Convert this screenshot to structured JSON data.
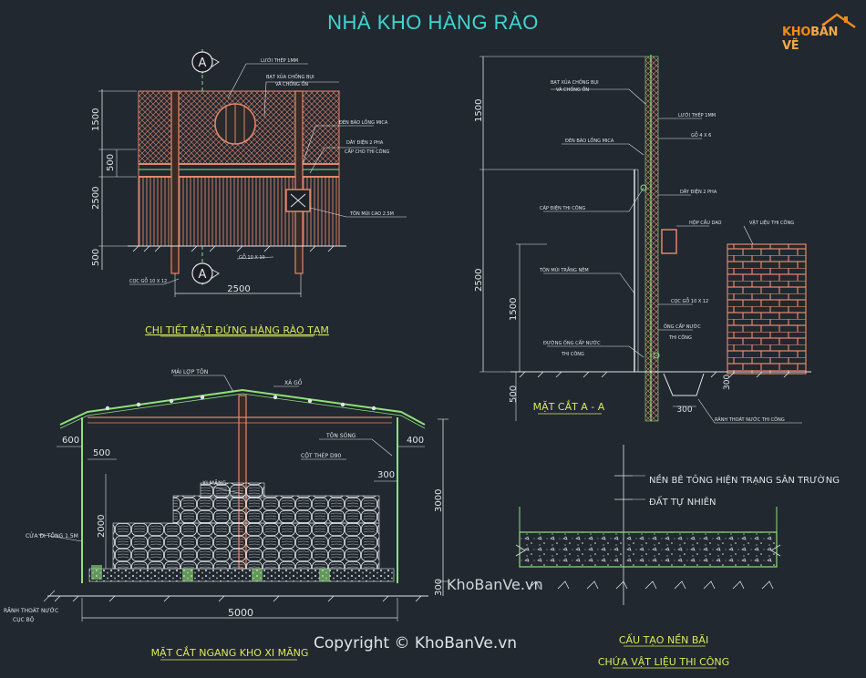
{
  "title": "NHÀ KHO HÀNG RÀO",
  "logo": {
    "brand_a": "KHO",
    "brand_b": "BẢN VẼ"
  },
  "watermarks": {
    "site": "KhoBanVe.vn",
    "copyright": "Copyright © KhoBanVe.vn"
  },
  "colors": {
    "background": "#212830",
    "cyan": "#3fd6d0",
    "timber": "#e3866b",
    "white": "#e9ecee",
    "green": "#8fe07a"
  },
  "fence_elevation": {
    "caption": "CHI TIẾT MẶT ĐỨNG HÀNG RÀO TẠM",
    "section_marker": "A",
    "dims": {
      "top": "1500",
      "mid": "500",
      "main": "2500",
      "base": "500",
      "width": "2500"
    },
    "labels": {
      "mesh": "LƯỚI THÉP 1MM",
      "tarp": "BẠT XỦA CHỐNG BỤI",
      "tarp_2": "VÀ CHỐNG ỒN",
      "lamp": "ĐÈN BÁO LỒNG MICA",
      "wire": "DÂY ĐIỆN 2 PHA",
      "wire_2": "CẤP CHO THI CÔNG",
      "sheet": "TÔN MÚI CAO 2.5M",
      "post": "GỖ 10 X 10",
      "post_bottom": "CỌC GỖ 10 X 12"
    }
  },
  "section_aa": {
    "caption": "MẶT CẮT A - A",
    "dims": {
      "top": "1500",
      "main": "2500",
      "inner": "1500",
      "base": "500",
      "ditch_w": "300",
      "ditch_d": "300"
    },
    "labels": {
      "tarp": "BẠT XỦA CHỐNG BỤI",
      "tarp_2": "VÀ CHỐNG ỒN",
      "mesh": "LƯỚI THÉP 1MM",
      "wood": "GỖ 4 X 6",
      "lamp": "ĐÈN BÁO LỒNG MICA",
      "wire": "DÂY ĐIỆN 2 PHA",
      "cable": "CÁP ĐIỆN THI CÔNG",
      "box": "HỘP CẦU DAO",
      "material": "VẬT LIỆU THI CÔNG",
      "sheet": "TÔN MÚI TRẮNG NÊM",
      "stake": "CỌC GỖ 10 X 12",
      "water_pipe": "ỐNG CẤP NƯỚC",
      "water_pipe_2": "THI CÔNG",
      "water_line": "ĐƯỜNG ỐNG CẤP NƯỚC",
      "water_line_2": "THI CÔNG",
      "drain": "RÃNH THOÁT NƯỚC THI CÔNG"
    }
  },
  "warehouse": {
    "caption": "MẶT CẮT NGANG KHO XI MĂNG",
    "dims": {
      "left_over": "600",
      "left_in": "500",
      "right_over": "400",
      "inner": "300",
      "height_inner": "2000",
      "height_total": "3000",
      "base": "300",
      "width": "5000"
    },
    "labels": {
      "roof": "MÁI LỢP TÔN",
      "purlin": "XÀ GỒ",
      "sheet": "TÔN SÓNG",
      "column": "CỘT THÉP D90",
      "cement": "XI MĂNG",
      "door": "CỬA ĐI TÔNG 1.5M",
      "drain": "RÃNH THOÁT NƯỚC",
      "drain_2": "CỤC BỘ"
    }
  },
  "ground": {
    "caption": "CẤU TẠO NỀN BÃI",
    "caption_2": "CHỨA VẬT LIỆU THI CÔNG",
    "labels": {
      "concrete": "NỀN BÊ TÔNG HIỆN TRẠNG SÂN TRƯỜNG",
      "soil": "ĐẤT TỰ NHIÊN"
    }
  }
}
